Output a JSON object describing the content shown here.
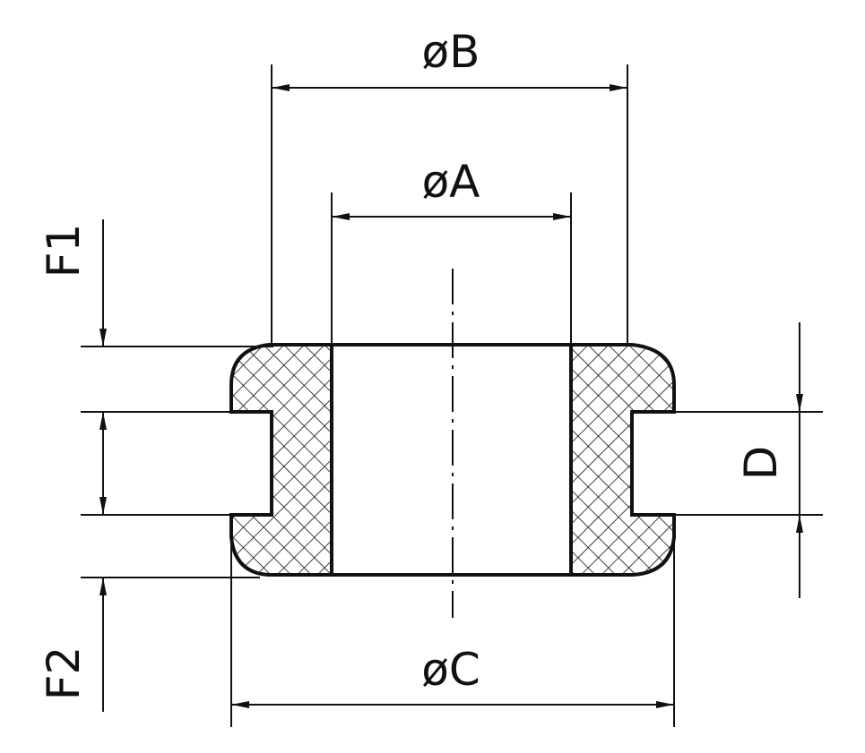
{
  "title": "Grommet dimension drawing",
  "labels": {
    "diameter_b": "øB",
    "diameter_a": "øA",
    "diameter_c": "øC",
    "f1": "F1",
    "f2": "F2",
    "d": "D"
  },
  "colors": {
    "line": "#111111",
    "background": "#ffffff"
  }
}
